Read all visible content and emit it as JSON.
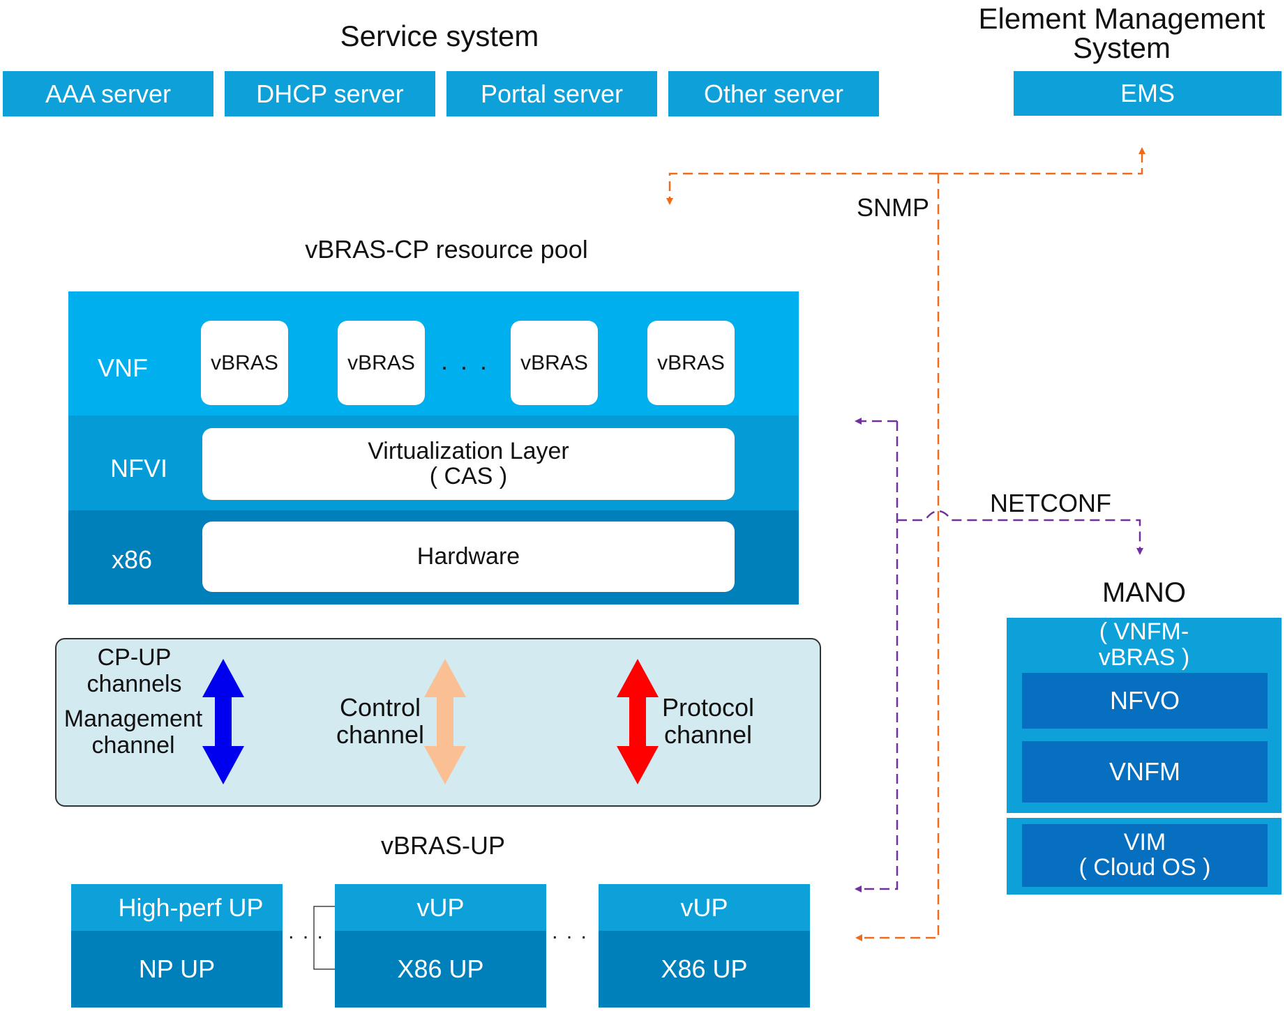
{
  "service_system": {
    "title": "Service system",
    "servers": [
      "AAA server",
      "DHCP server",
      "Portal server",
      "Other server"
    ]
  },
  "ems": {
    "title_line1": "Element Management",
    "title_line2": "System",
    "box": "EMS"
  },
  "protocols": {
    "snmp": "SNMP",
    "netconf": "NETCONF"
  },
  "cp_pool": {
    "title": "vBRAS-CP resource pool",
    "rows": {
      "vnf": "VNF",
      "nfvi": "NFVI",
      "x86": "x86"
    },
    "vnf_items": [
      "vBRAS",
      "vBRAS",
      "vBRAS",
      "vBRAS"
    ],
    "ellipsis": ". . .",
    "virtualization_line1": "Virtualization Layer",
    "virtualization_line2": "( CAS )",
    "hardware": "Hardware"
  },
  "channels": {
    "cp_up_line1": "CP-UP",
    "cp_up_line2": "channels",
    "mgmt_line1": "Management",
    "mgmt_line2": "channel",
    "control_line1": "Control",
    "control_line2": "channel",
    "protocol_line1": "Protocol",
    "protocol_line2": "channel"
  },
  "up": {
    "title": "vBRAS-UP",
    "units": [
      {
        "top": "High-perf UP",
        "bottom": "NP UP"
      },
      {
        "top": "vUP",
        "bottom": "X86 UP"
      },
      {
        "top": "vUP",
        "bottom": "X86 UP"
      }
    ],
    "ellipsis": ". . ."
  },
  "mano": {
    "title": "MANO",
    "sub_line1": "( VNFM-",
    "sub_line2": "vBRAS )",
    "nfvo": "NFVO",
    "vnfm": "VNFM",
    "vim_line1": "VIM",
    "vim_line2": "( Cloud OS )"
  },
  "colors": {
    "box_blue": "#0ea0d8",
    "vnf_row": "#00b0ee",
    "nfvi_row": "#049bd6",
    "x86_row": "#0080bb",
    "up_dark": "#0080bb",
    "mano_dark": "#066fc0",
    "channel_bg": "#d2eaf0",
    "snmp_line": "#ef6b1a",
    "netconf_line": "#7030a0",
    "mgmt_arrow": "#0000ee",
    "control_arrow": "#fbbf94",
    "protocol_arrow": "#ff0000"
  },
  "icons": {
    "mgmt_arrow": "double-arrow-vertical",
    "control_arrow": "double-arrow-vertical",
    "protocol_arrow": "double-arrow-vertical"
  }
}
